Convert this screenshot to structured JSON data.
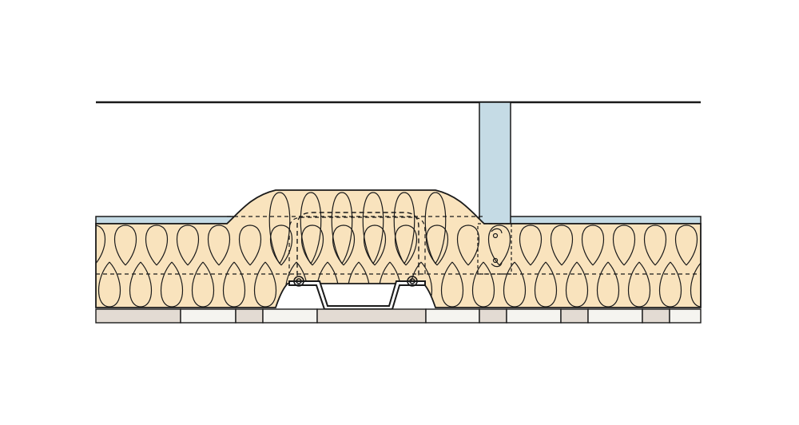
{
  "diagram": {
    "type": "construction-section-detail",
    "colors": {
      "background": "#ffffff",
      "outline": "#1a1a1a",
      "insulation_fill": "#f9e3bd",
      "membrane_fill": "#c5dbe5",
      "stud_fill": "#c5dbe5",
      "board_light": "#f5f4f0",
      "board_dark": "#e3dbd3",
      "channel_fill": "#ffffff"
    },
    "components": [
      "top-line",
      "vertical-stud",
      "membrane-strip",
      "insulation-layer",
      "insulation-hump",
      "fastening-clip-outline",
      "top-hat-channel",
      "support-clips",
      "stud-clip-outline",
      "ceiling-board-row"
    ]
  }
}
